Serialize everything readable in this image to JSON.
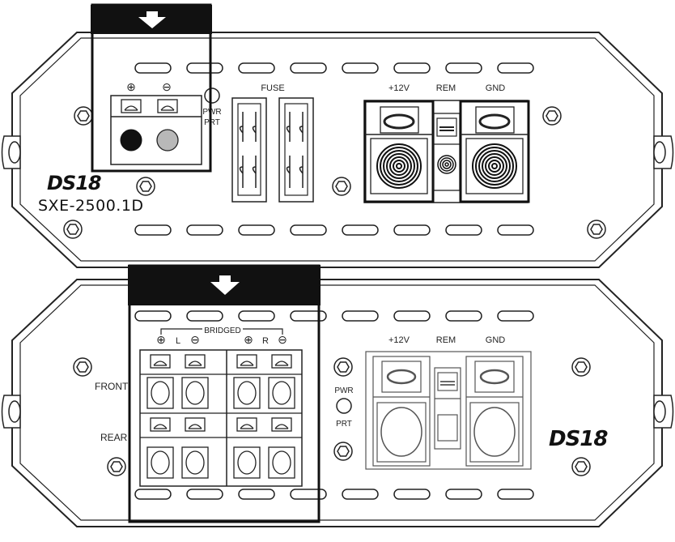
{
  "top_panel": {
    "model": "SXE-2500.1D",
    "brand": "DS18",
    "speaker_plus_symbol": "⊕",
    "speaker_minus_symbol": "⊖",
    "pwr_label": "PWR",
    "prt_label": "PRT",
    "fuse_label": "FUSE",
    "power_labels": {
      "plus12v": "+12V",
      "rem": "REM",
      "gnd": "GND"
    }
  },
  "bottom_panel": {
    "brand": "DS18",
    "bridged_label": "BRIDGED",
    "left_label": "L",
    "right_label": "R",
    "front_label": "FRONT",
    "rear_label": "REAR",
    "pwr_label": "PWR",
    "prt_label": "PRT",
    "power_labels": {
      "plus12v": "+12V",
      "rem": "REM",
      "gnd": "GND"
    }
  }
}
